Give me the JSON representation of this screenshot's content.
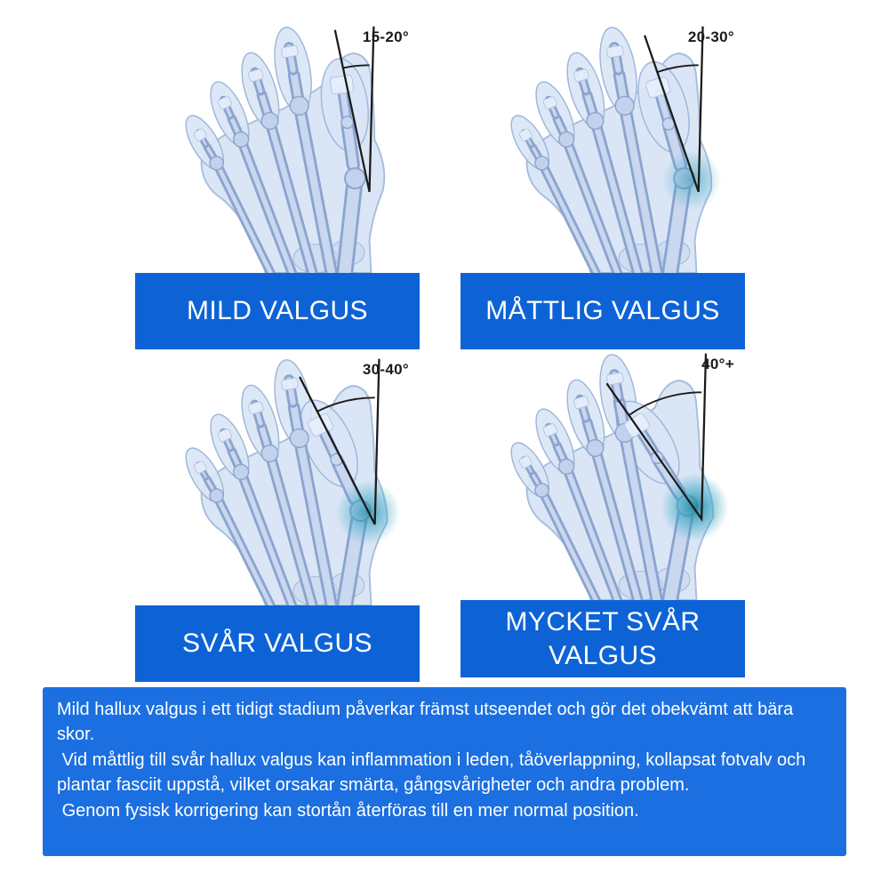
{
  "colors": {
    "severity_bar_blue": "#0d63d6",
    "info_box_blue": "#1b6fe0",
    "annotation_black": "#1c1c1c",
    "foot_skin_blue": "#d5e2f4",
    "bone_blue": "#c9d7ef",
    "bunion_teal": "#2fa3c0"
  },
  "panels": [
    {
      "id": "mild",
      "label": "MILD VALGUS",
      "angle_label": "15-20°",
      "deviation_deg": 8,
      "spread_deg": 12,
      "bunion_intensity": 0
    },
    {
      "id": "moderate",
      "label": "MÅTTLIG VALGUS",
      "angle_label": "20-30°",
      "deviation_deg": 16,
      "spread_deg": 19,
      "bunion_intensity": 0.55
    },
    {
      "id": "severe",
      "label": "SVÅR VALGUS",
      "angle_label": "30-40°",
      "deviation_deg": 25,
      "spread_deg": 27,
      "bunion_intensity": 0.8
    },
    {
      "id": "very-severe",
      "label": "MYCKET SVÅR VALGUS",
      "angle_label": "40°+",
      "deviation_deg": 32,
      "spread_deg": 35,
      "bunion_intensity": 1
    }
  ],
  "info_box": {
    "paragraphs": [
      "Mild hallux valgus i ett tidigt stadium påverkar främst utseendet och gör det obekvämt att bära skor.",
      " Vid måttlig till svår hallux valgus kan inflammation i leden, tåöverlappning, kollapsat fotvalv och plantar fasciit uppstå, vilket orsakar smärta, gångsvårigheter och andra problem.",
      " Genom fysisk korrigering kan stortån återföras till en mer normal position."
    ]
  }
}
